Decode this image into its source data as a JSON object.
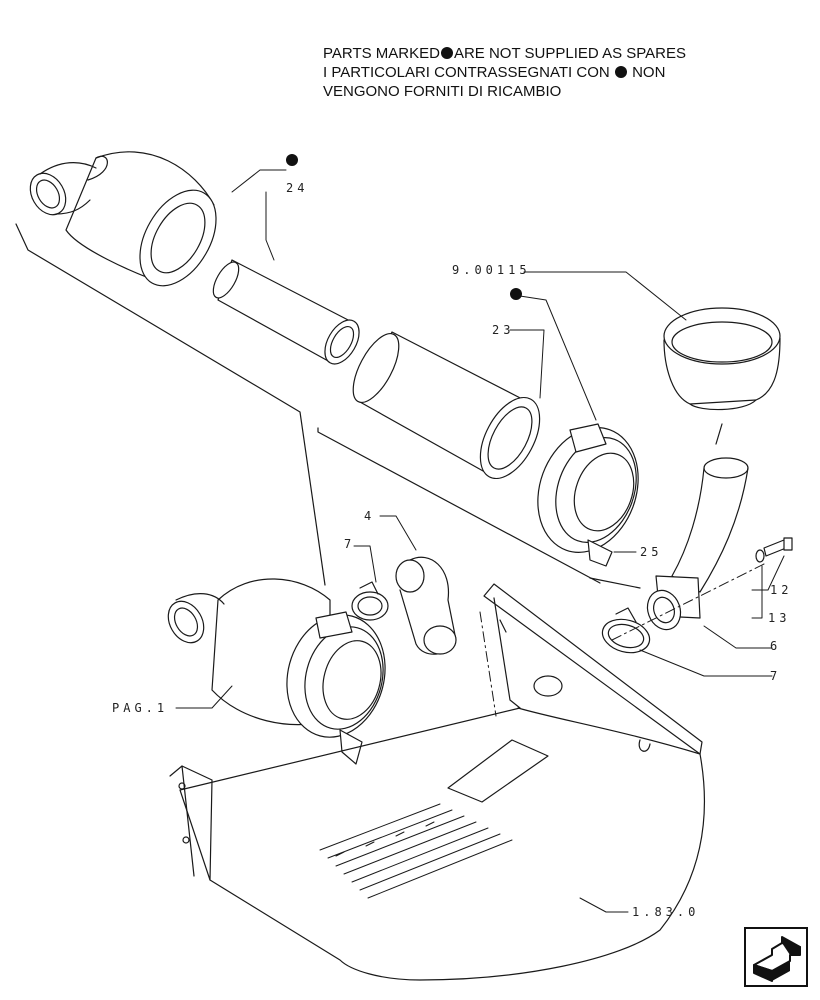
{
  "note": {
    "line1_pre": "PARTS MARKED",
    "line1_post": "ARE NOT SUPPLIED AS SPARES",
    "line2_pre": "I  PARTICOLARI  CONTRASSEGNATI  CON",
    "line2_post": "NON",
    "line3": "VENGONO FORNITI DI RICAMBIO"
  },
  "callouts": {
    "c24": "24",
    "c9_00115": "9.00115",
    "c23": "23",
    "c4": "4",
    "c7a": "7",
    "c25": "25",
    "c12": "12",
    "c13": "13",
    "c6": "6",
    "c7b": "7",
    "pag1": "PAG.1",
    "c1_83_0": "1.83.0"
  },
  "icons": {
    "not_supplied_marker": "black-dot",
    "navigation": "arrow-return-icon"
  }
}
